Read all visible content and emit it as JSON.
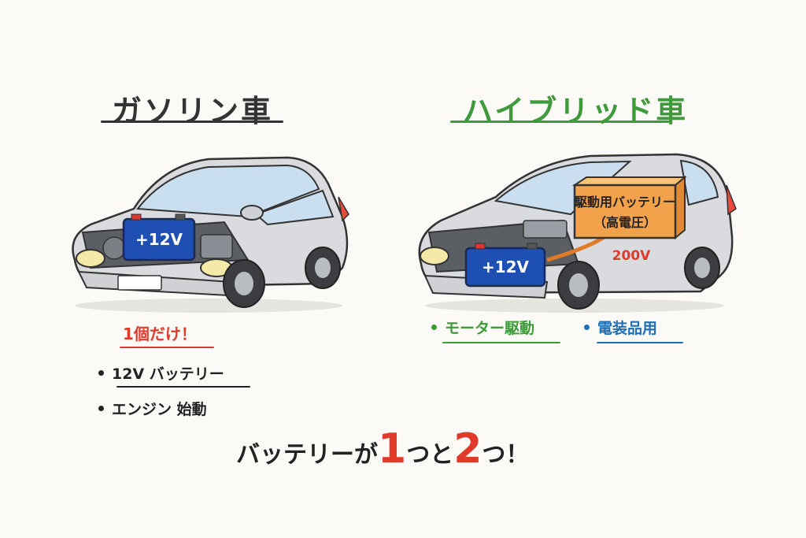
{
  "left": {
    "title": "ガソリン車",
    "battery_label": "+12V",
    "note": "1個だけ！",
    "bullets": [
      "12V バッテリー",
      "エンジン 始動"
    ]
  },
  "right": {
    "title": "ハイブリッド車",
    "battery_label": "+12V",
    "drive_battery_label": "駆動用バッテリー",
    "drive_battery_sub": "（高電圧）",
    "voltage": "200V",
    "bullets": [
      "モーター駆動",
      "電装品用"
    ]
  },
  "footer": {
    "part1": "バッテリーが",
    "num1": "1",
    "part2": "つと",
    "num2": "2",
    "part3": "つ！"
  },
  "colors": {
    "green": "#3f9a3c",
    "red": "#e23a2a",
    "blue": "#1f6fb8",
    "battery_blue": "#1e4fb3",
    "orange": "#f2a24a"
  }
}
